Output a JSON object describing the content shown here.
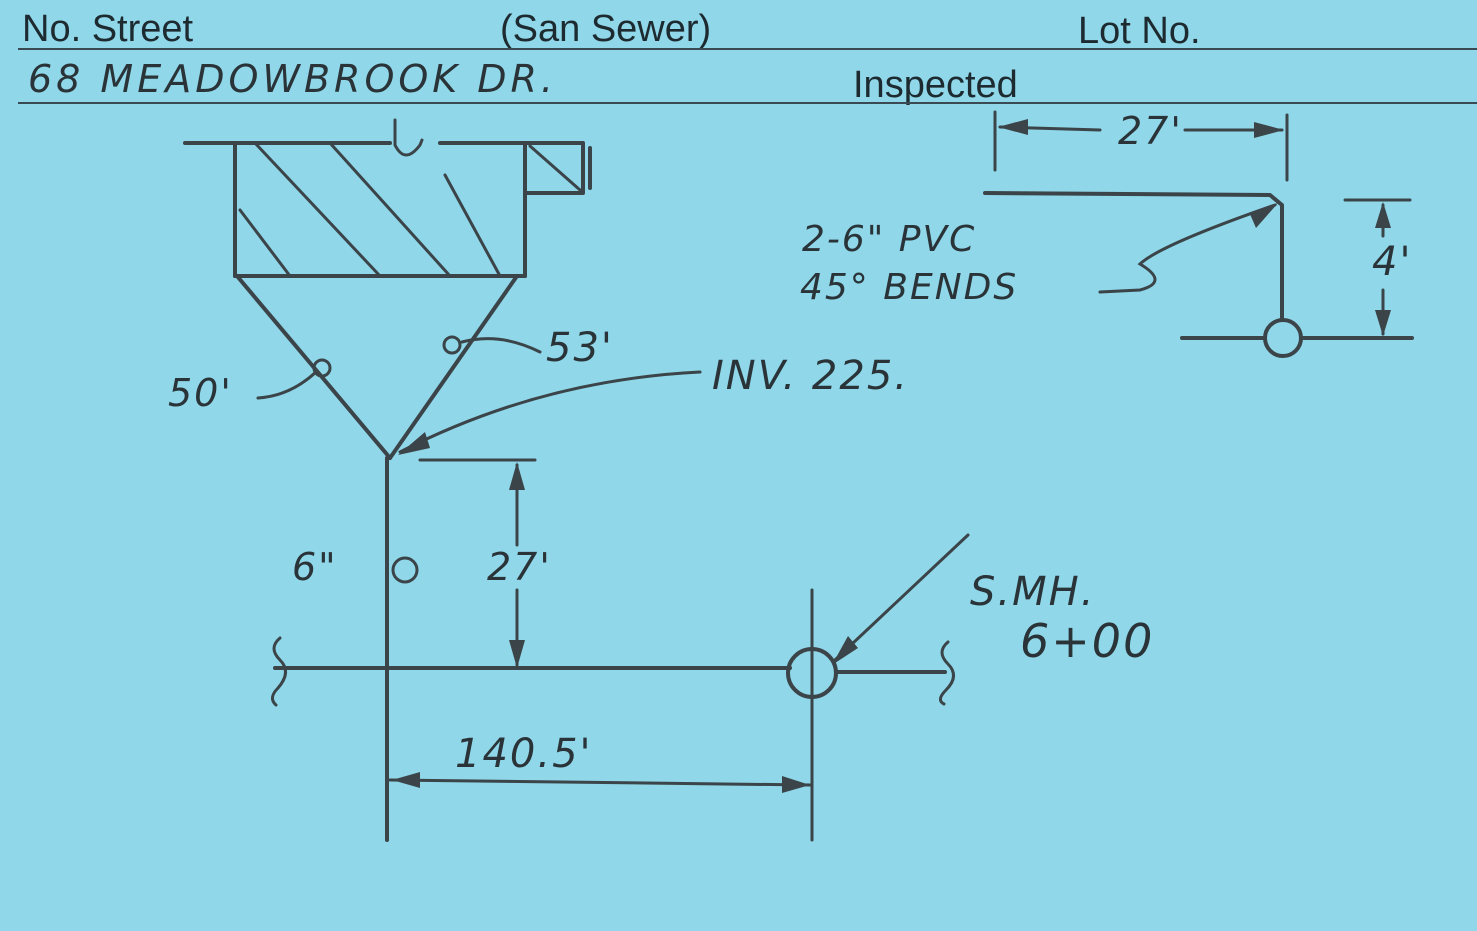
{
  "form": {
    "street_label": "No. Street",
    "utility_label": "(San Sewer)",
    "lot_label": "Lot No.",
    "inspected_label": "Inspected",
    "address_value": "68 MEADOWBROOK DR."
  },
  "sketch": {
    "left_distance": "50'",
    "right_distance": "53'",
    "invert": "INV. 225.",
    "pipe_size": "6\"",
    "lateral_length": "27'",
    "main_distance": "140.5'",
    "manhole_label": "S.MH.",
    "manhole_station": "6+00",
    "detail_width": "27'",
    "detail_depth": "4'",
    "bends_line1": "2-6\" PVC",
    "bends_line2": "45° BENDS"
  },
  "colors": {
    "card": "#8fd7e9",
    "ink": "#3b4448"
  }
}
